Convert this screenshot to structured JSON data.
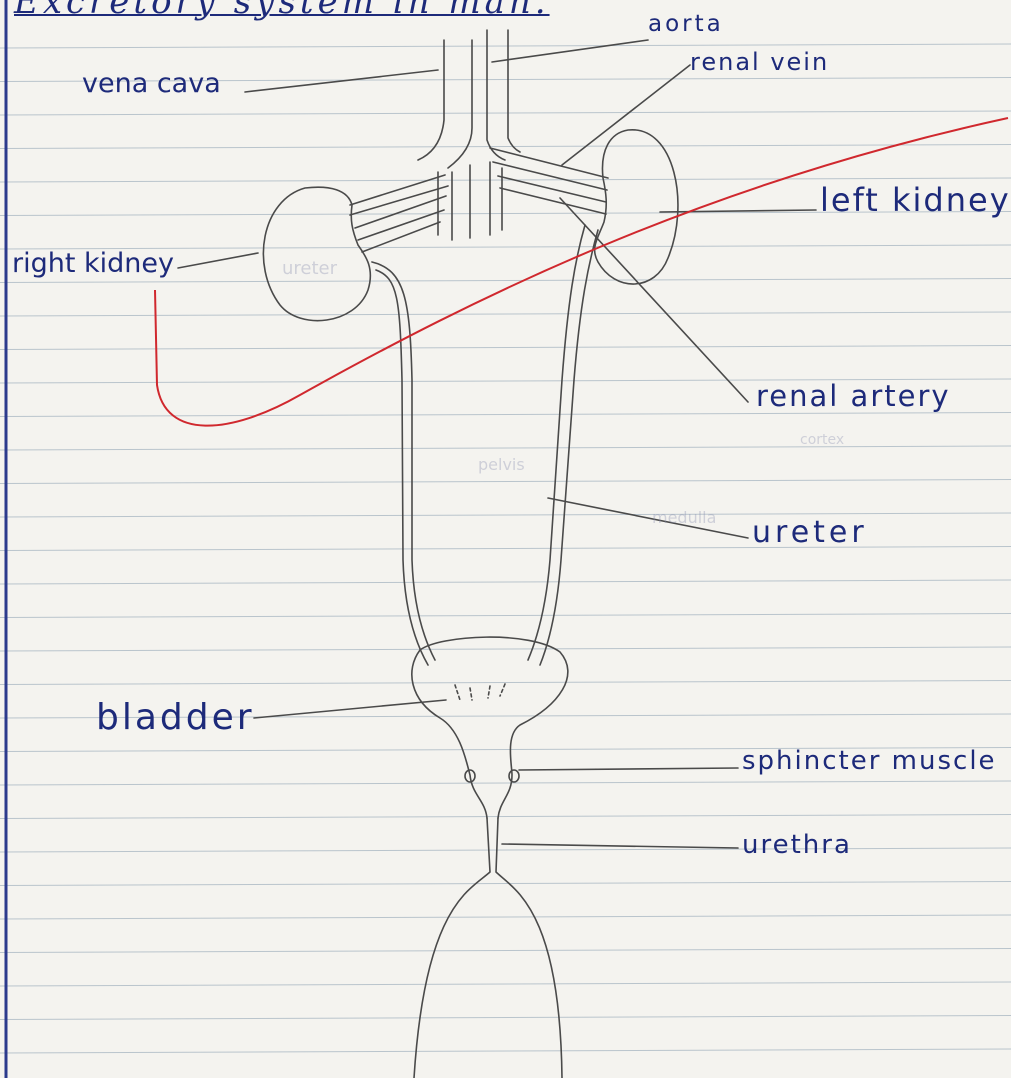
{
  "title": "Excretory system in man.",
  "labels": {
    "aorta": "aorta",
    "vena_cava": "vena cava",
    "renal_vein": "renal vein",
    "left_kidney": "left kidney",
    "right_kidney": "right kidney",
    "renal_artery": "renal artery",
    "ureter": "ureter",
    "bladder": "bladder",
    "sphincter_muscle": "sphincter muscle",
    "urethra": "urethra"
  },
  "show_through": {
    "ureter": "ureter",
    "cortex": "cortex",
    "pelvis": "pelvis",
    "medulla": "medulla"
  },
  "colors": {
    "paper": "#f4f3ef",
    "ruled_line": "#b9c4cc",
    "margin_line": "#2b3a8c",
    "pencil": "#4a4a4a",
    "ink": "#1d2a7a",
    "red_ink": "#d0282e"
  }
}
